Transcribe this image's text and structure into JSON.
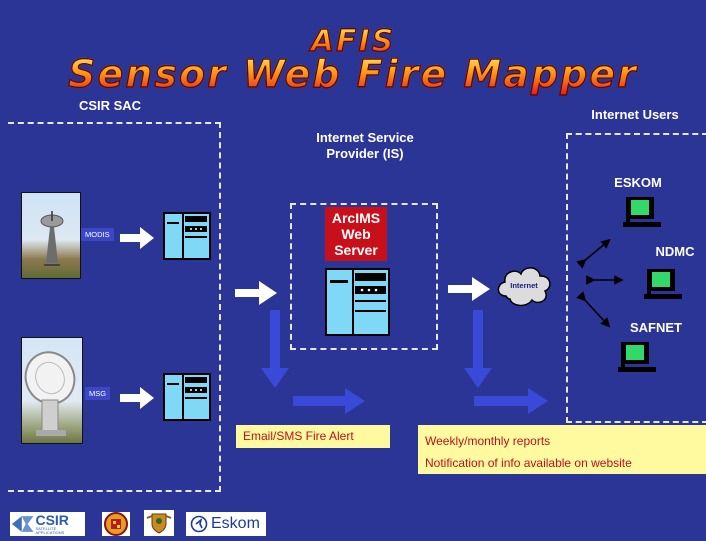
{
  "title": {
    "line1": "AFIS",
    "line2": "Sensor Web Fire Mapper"
  },
  "sections": {
    "csir": "CSIR SAC",
    "isp_line1": "Internet Service",
    "isp_line2": "Provider (IS)",
    "internet_users": "Internet Users"
  },
  "sources": [
    {
      "label": "MODIS"
    },
    {
      "label": "MSG"
    }
  ],
  "server": {
    "line1": "ArcIMS",
    "line2": "Web",
    "line3": "Server"
  },
  "cloud": {
    "label": "Internet"
  },
  "users": [
    {
      "label": "ESKOM"
    },
    {
      "label": "NDMC"
    },
    {
      "label": "SAFNET"
    }
  ],
  "alerts": {
    "email": "Email/SMS Fire Alert",
    "weekly": "Weekly/monthly reports",
    "notify": "Notification of info available on website"
  },
  "logos": {
    "csir": "CSIR",
    "csir_sub": "SATELLITE APPLICATIONS",
    "eskom": "Eskom"
  },
  "colors": {
    "background": "#2b3596",
    "arrow_blue": "#3a4ad8",
    "server_fill": "#7fd8f5",
    "arcims_red": "#c8101a",
    "note_yellow": "#fffaa0"
  }
}
